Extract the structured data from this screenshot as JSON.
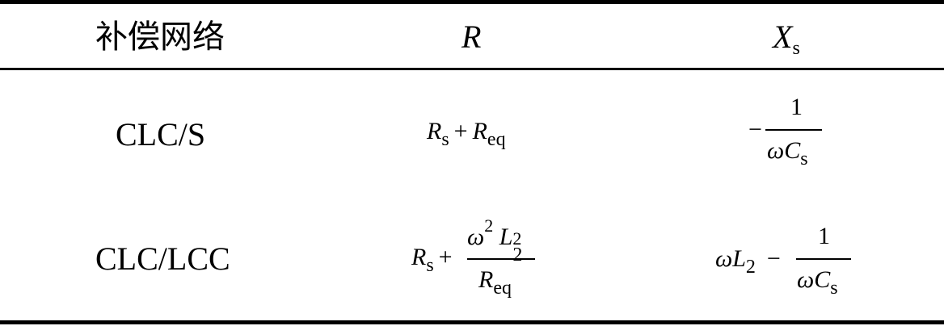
{
  "header": {
    "col1": "补偿网络",
    "col2_var": "R",
    "col3_var": "X",
    "col3_sub": "s"
  },
  "rows": [
    {
      "label": "CLC/S",
      "R": {
        "v1": "R",
        "v1_sub": "s",
        "plus": "+",
        "v2": "R",
        "v2_sub": "eq"
      },
      "X": {
        "minus": "−",
        "num": "1",
        "den_omega": "ω",
        "den_var": "C",
        "den_sub": "s"
      }
    },
    {
      "label": "CLC/LCC",
      "R": {
        "v1": "R",
        "v1_sub": "s",
        "plus": "+",
        "num_omega": "ω",
        "num_omega_sup": "2",
        "num_var": "L",
        "num_var_sub": "2",
        "num_var_sup": "2",
        "den_var": "R",
        "den_sub": "eq"
      },
      "X": {
        "omega": "ω",
        "var": "L",
        "var_sub": "2",
        "minus": "−",
        "num": "1",
        "den_omega": "ω",
        "den_var": "C",
        "den_sub": "s"
      }
    }
  ]
}
